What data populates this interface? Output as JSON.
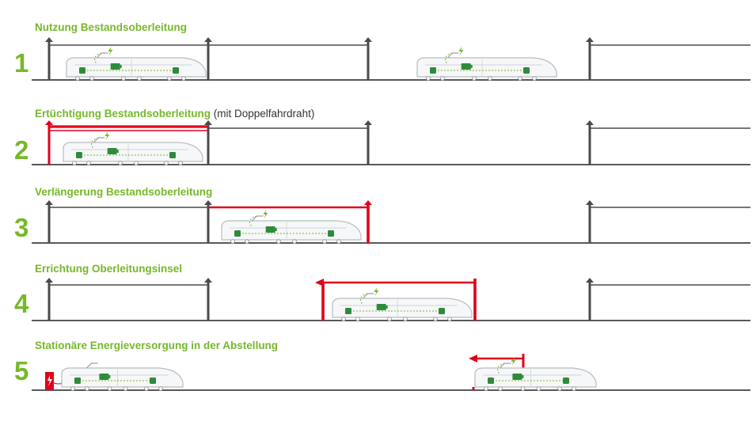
{
  "colors": {
    "accent_green": "#76b82a",
    "new_wire_red": "#e2001a",
    "existing_wire": "#4a4a4a",
    "ground": "#222222",
    "train_outline": "#b8bdc2",
    "train_fill": "#f6f7f8",
    "battery_green": "#2e8b3a"
  },
  "scenarios": [
    {
      "number": "1",
      "title": "Nutzung Bestandsoberleitung",
      "note": ""
    },
    {
      "number": "2",
      "title": "Ertüchtigung Bestandsoberleitung",
      "note": " (mit Doppelfahrdraht)"
    },
    {
      "number": "3",
      "title": "Verlängerung Bestandsoberleitung",
      "note": ""
    },
    {
      "number": "4",
      "title": "Errichtung Oberleitungsinsel",
      "note": ""
    },
    {
      "number": "5",
      "title": "Stationäre Energieversorgung in der Abstellung",
      "note": ""
    }
  ],
  "icons": {
    "lightning": "lightning-icon",
    "battery": "battery-icon",
    "motor": "motor-icon",
    "pantograph": "pantograph-icon",
    "charging_station": "charging-station-icon"
  }
}
